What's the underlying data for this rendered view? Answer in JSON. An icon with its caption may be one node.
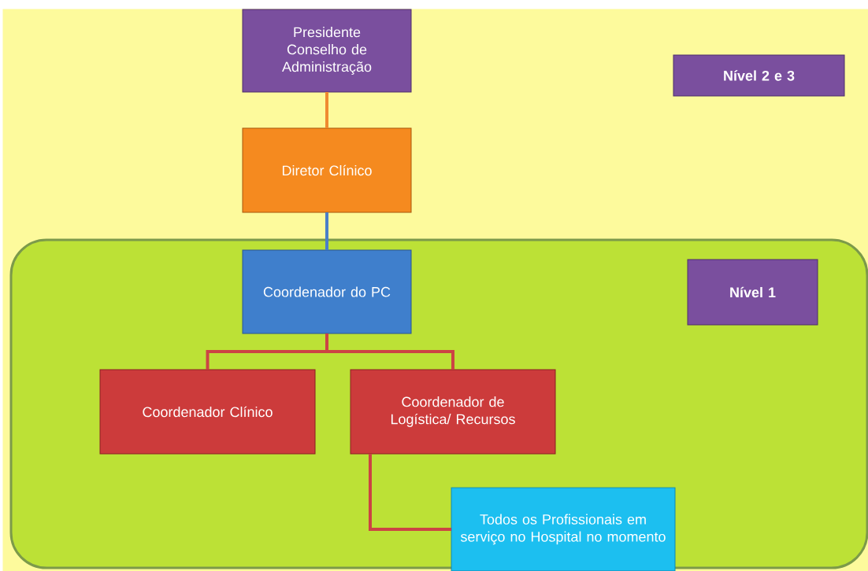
{
  "diagram": {
    "nodes": [
      {
        "text": [],
        "shape": "box"
      },
      {
        "text": [],
        "shape": "box",
        "in": 0
      },
      {
        "text": [
          "Presidente Conselho de Administração"
        ],
        "in": 0
      },
      {
        "text": [
          "Nível 2  e 3"
        ],
        "in": 0
      },
      {
        "text": [
          "Diretor Clínico"
        ],
        "in": 0
      },
      {
        "text": [
          "Coordenador do PC"
        ],
        "in": 1
      },
      {
        "text": [
          "Nível 1"
        ],
        "in": 1
      },
      {
        "text": [
          "Coordenador Clínico"
        ],
        "in": 1
      },
      {
        "text": [
          "Coordenador de Logística/ Recursos"
        ],
        "in": 1
      },
      {
        "text": [
          "Todos os Profissionais em serviço no Hospital no momento"
        ],
        "in": 1
      }
    ],
    "edges": [
      {
        "from": 2,
        "to": 4,
        "arrow": "none",
        "color": "#f08a30"
      },
      {
        "from": 4,
        "to": 5,
        "arrow": "none",
        "color": "#4a7fc8"
      },
      {
        "from": 5,
        "to": 7,
        "arrow": "none"
      },
      {
        "from": 5,
        "to": 8,
        "arrow": "none"
      },
      {
        "from": 8,
        "to": 9,
        "arrow": "none"
      }
    ]
  }
}
